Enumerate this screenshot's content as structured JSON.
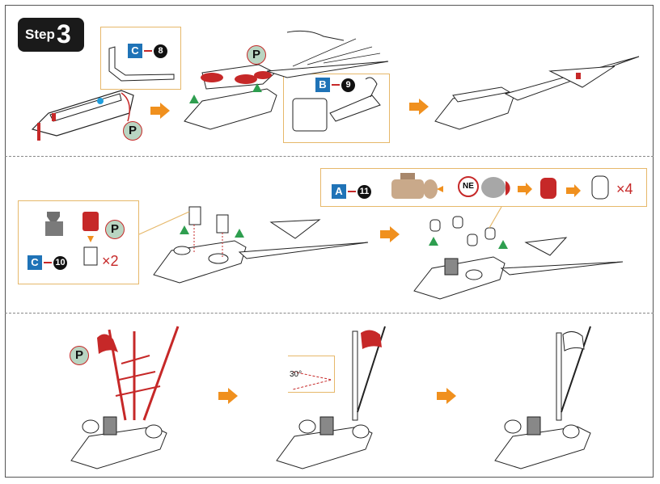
{
  "step": {
    "word": "Step",
    "number": "3"
  },
  "labels": {
    "p": "P",
    "ne": "NE",
    "c8": {
      "letter": "C",
      "number": "8"
    },
    "b9": {
      "letter": "B",
      "number": "9"
    },
    "c10": {
      "letter": "C",
      "number": "10"
    },
    "a11": {
      "letter": "A",
      "number": "11"
    },
    "times2": "×2",
    "times4": "×4",
    "angle": "30°"
  },
  "colors": {
    "part_red": "#c62828",
    "arrow_orange": "#f0901e",
    "label_blue": "#1f73b7",
    "marker_green": "#2e9e4f",
    "tan": "#c9a98a"
  }
}
